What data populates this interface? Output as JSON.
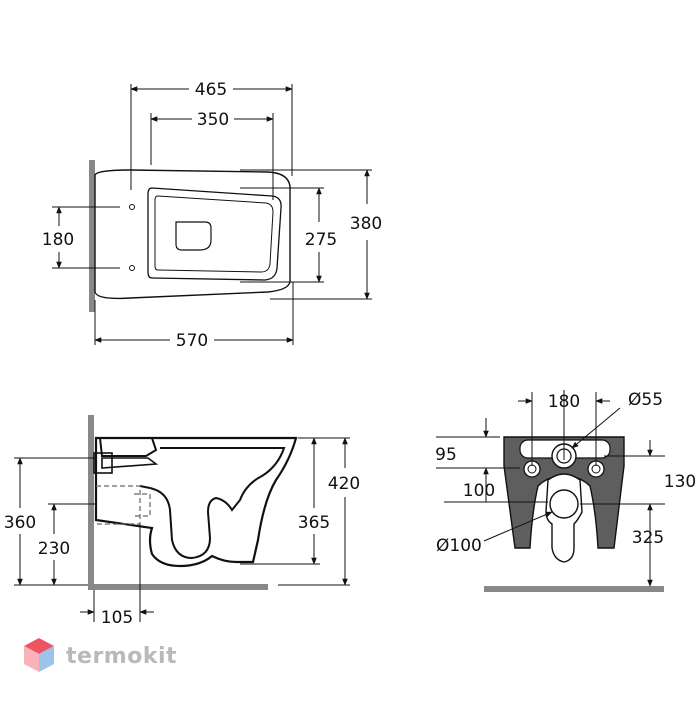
{
  "top_view": {
    "width_465": "465",
    "width_350": "350",
    "height_380": "380",
    "height_275": "275",
    "spacing_180": "180",
    "length_570": "570"
  },
  "side_view": {
    "height_420": "420",
    "height_360": "360",
    "height_365": "365",
    "height_230": "230",
    "depth_105": "105"
  },
  "rear_view": {
    "spacing_180": "180",
    "diameter_55": "Ø55",
    "offset_95": "95",
    "spacing_100": "100",
    "height_130": "130",
    "diameter_100": "Ø100",
    "height_325": "325"
  },
  "brand": {
    "name": "termokit",
    "colors": {
      "cube_red": "#ef5560",
      "cube_pink": "#f8b3b8",
      "cube_blue": "#9cc3ea",
      "text_gray": "#b9b9b9"
    }
  }
}
